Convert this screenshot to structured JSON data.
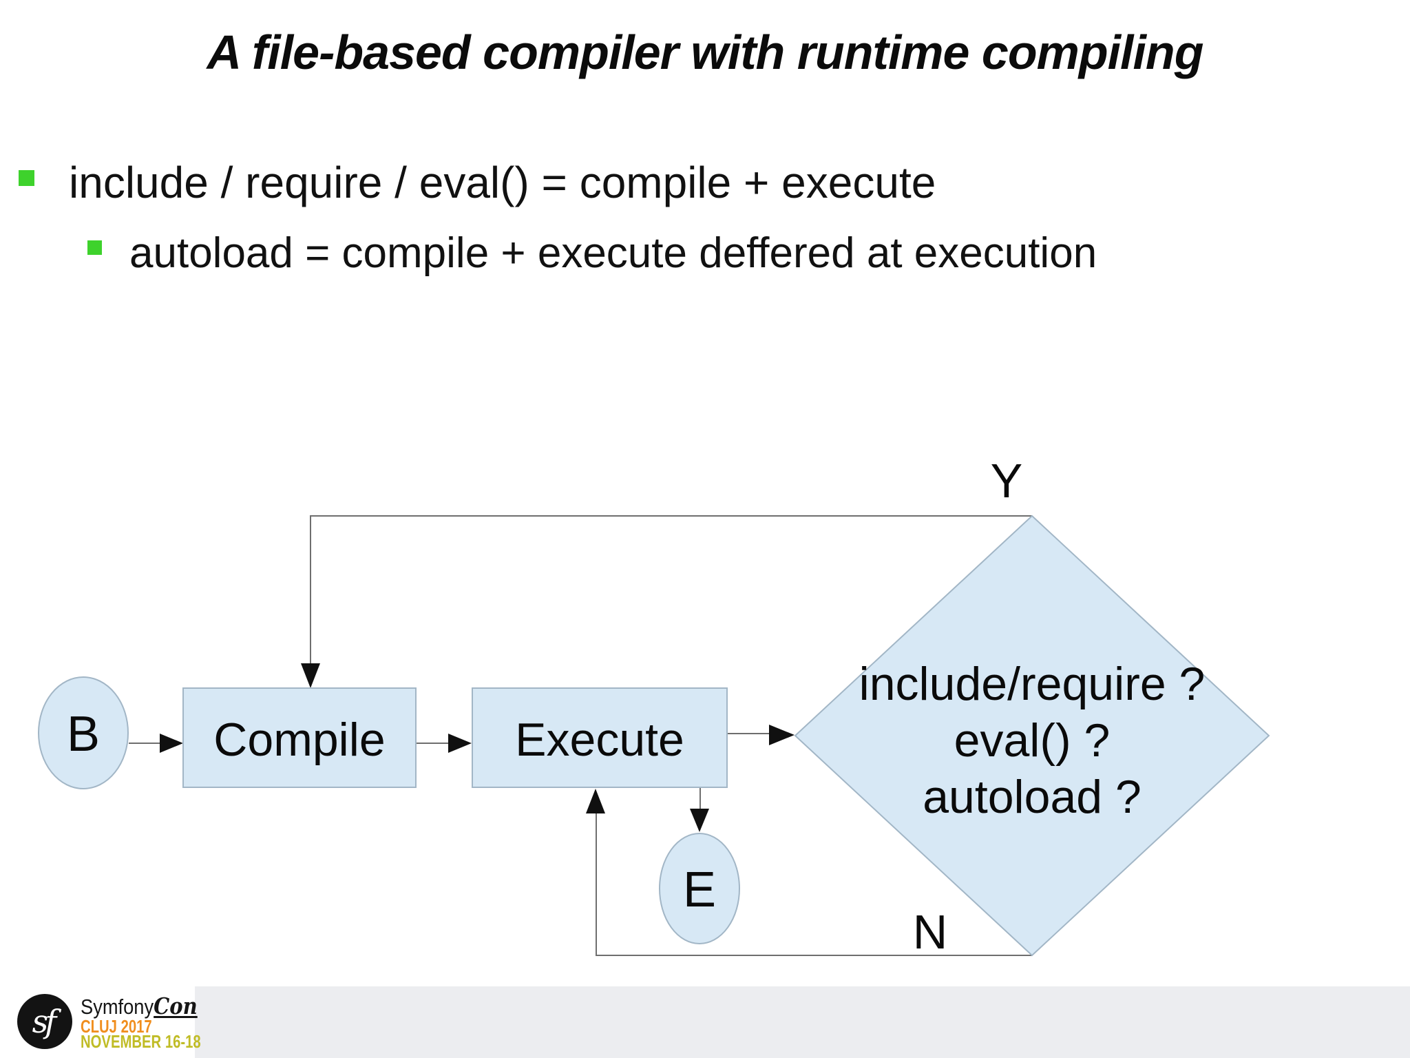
{
  "slide": {
    "title": "A file-based compiler with runtime compiling",
    "bullet_main": "include / require / eval() = compile + execute",
    "bullet_sub": "autoload = compile + execute deffered at execution"
  },
  "diagram": {
    "begin_label": "B",
    "compile_label": "Compile",
    "execute_label": "Execute",
    "decision_line1": "include/require ?",
    "decision_line2": "eval() ?",
    "decision_line3": "autoload ?",
    "end_label": "E",
    "yes_label": "Y",
    "no_label": "N"
  },
  "footer": {
    "logo_glyph": "sf",
    "brand": "Symfony",
    "brand_suffix": "Con",
    "event_location": "CLUJ 2017",
    "event_dates": "NOVEMBER 16-18"
  },
  "colors": {
    "shape_fill": "#d7e8f5",
    "shape_stroke": "#a2b6c6",
    "connector": "#6e6e6e",
    "arrowhead": "#101010",
    "bullet_green": "#3ed22c",
    "accent_orange": "#f08e1e",
    "accent_olive": "#c0bc26",
    "footer_band": "#ecedf0"
  }
}
